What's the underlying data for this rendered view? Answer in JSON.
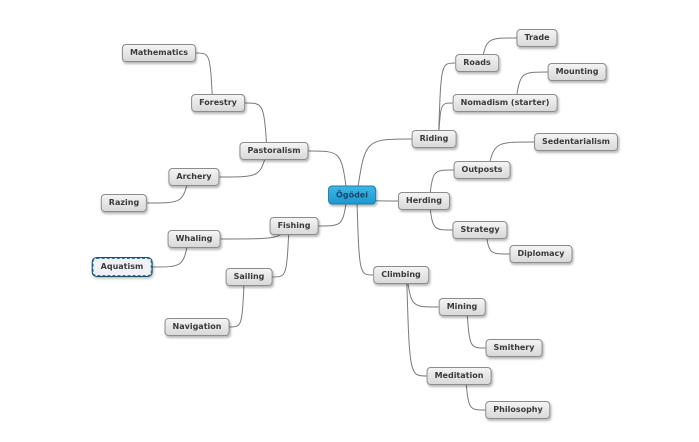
{
  "root": {
    "id": "ogodei",
    "label": "Ögödei"
  },
  "nodes": [
    {
      "id": "ogodei",
      "label": "Ögödei",
      "name": "node-ogodei"
    },
    {
      "id": "riding",
      "label": "Riding",
      "name": "node-riding"
    },
    {
      "id": "roads",
      "label": "Roads",
      "name": "node-roads"
    },
    {
      "id": "trade",
      "label": "Trade",
      "name": "node-trade"
    },
    {
      "id": "nomadism",
      "label": "Nomadism (starter)",
      "name": "node-nomadism"
    },
    {
      "id": "mounting",
      "label": "Mounting",
      "name": "node-mounting"
    },
    {
      "id": "herding",
      "label": "Herding",
      "name": "node-herding"
    },
    {
      "id": "outposts",
      "label": "Outposts",
      "name": "node-outposts"
    },
    {
      "id": "sedentarialism",
      "label": "Sedentarialism",
      "name": "node-sedentarialism"
    },
    {
      "id": "strategy",
      "label": "Strategy",
      "name": "node-strategy"
    },
    {
      "id": "diplomacy",
      "label": "Diplomacy",
      "name": "node-diplomacy"
    },
    {
      "id": "climbing",
      "label": "Climbing",
      "name": "node-climbing"
    },
    {
      "id": "mining",
      "label": "Mining",
      "name": "node-mining"
    },
    {
      "id": "smithery",
      "label": "Smithery",
      "name": "node-smithery"
    },
    {
      "id": "meditation",
      "label": "Meditation",
      "name": "node-meditation"
    },
    {
      "id": "philosophy",
      "label": "Philosophy",
      "name": "node-philosophy"
    },
    {
      "id": "pastoralism",
      "label": "Pastoralism",
      "name": "node-pastoralism"
    },
    {
      "id": "forestry",
      "label": "Forestry",
      "name": "node-forestry"
    },
    {
      "id": "mathematics",
      "label": "Mathematics",
      "name": "node-mathematics"
    },
    {
      "id": "archery",
      "label": "Archery",
      "name": "node-archery"
    },
    {
      "id": "razing",
      "label": "Razing",
      "name": "node-razing"
    },
    {
      "id": "fishing",
      "label": "Fishing",
      "name": "node-fishing"
    },
    {
      "id": "whaling",
      "label": "Whaling",
      "name": "node-whaling"
    },
    {
      "id": "aquatism",
      "label": "Aquatism",
      "name": "node-aquatism",
      "selected": true
    },
    {
      "id": "sailing",
      "label": "Sailing",
      "name": "node-sailing"
    },
    {
      "id": "navigation",
      "label": "Navigation",
      "name": "node-navigation"
    }
  ],
  "edges": [
    [
      "ogodei",
      "riding"
    ],
    [
      "riding",
      "roads"
    ],
    [
      "roads",
      "trade"
    ],
    [
      "riding",
      "nomadism"
    ],
    [
      "nomadism",
      "mounting"
    ],
    [
      "ogodei",
      "herding"
    ],
    [
      "herding",
      "outposts"
    ],
    [
      "outposts",
      "sedentarialism"
    ],
    [
      "herding",
      "strategy"
    ],
    [
      "strategy",
      "diplomacy"
    ],
    [
      "ogodei",
      "climbing"
    ],
    [
      "climbing",
      "mining"
    ],
    [
      "mining",
      "smithery"
    ],
    [
      "climbing",
      "meditation"
    ],
    [
      "meditation",
      "philosophy"
    ],
    [
      "ogodei",
      "pastoralism"
    ],
    [
      "pastoralism",
      "forestry"
    ],
    [
      "forestry",
      "mathematics"
    ],
    [
      "pastoralism",
      "archery"
    ],
    [
      "archery",
      "razing"
    ],
    [
      "ogodei",
      "fishing"
    ],
    [
      "fishing",
      "whaling"
    ],
    [
      "whaling",
      "aquatism"
    ],
    [
      "fishing",
      "sailing"
    ],
    [
      "sailing",
      "navigation"
    ]
  ],
  "colors": {
    "edge": "#7a7a7a",
    "root_fill": "#29a8dd",
    "node_fill": "#e3e3e3"
  }
}
